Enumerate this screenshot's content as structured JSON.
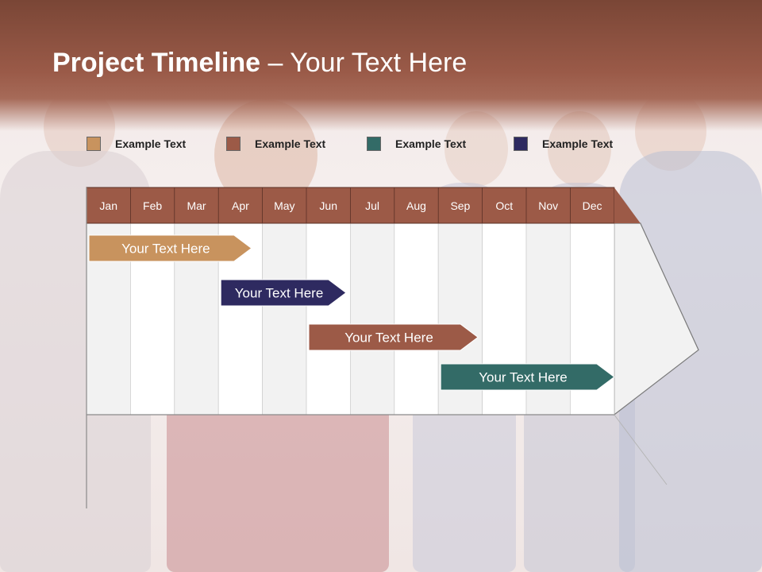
{
  "title": {
    "bold": "Project Timeline",
    "rest": " – Your Text Here"
  },
  "legend": [
    {
      "label": "Example Text",
      "color": "#c8935e"
    },
    {
      "label": "Example Text",
      "color": "#9c5a47"
    },
    {
      "label": "Example Text",
      "color": "#336b67"
    },
    {
      "label": "Example Text",
      "color": "#2e2a60"
    }
  ],
  "months": [
    "Jan",
    "Feb",
    "Mar",
    "Apr",
    "May",
    "Jun",
    "Jul",
    "Aug",
    "Sep",
    "Oct",
    "Nov",
    "Dec"
  ],
  "tasks": [
    {
      "label": "Your  Text Here",
      "start": 0,
      "end": 3.75,
      "color": "#c8935e"
    },
    {
      "label": "Your  Text Here",
      "start": 3,
      "end": 5.9,
      "color": "#2e2a60"
    },
    {
      "label": "Your  Text Here",
      "start": 5,
      "end": 8.9,
      "color": "#9c5a47"
    },
    {
      "label": "Your  Text Here",
      "start": 8,
      "end": 12,
      "color": "#336b67"
    }
  ],
  "colors": {
    "header": "#9c5a47",
    "titleBand": "#8d4f3f"
  }
}
